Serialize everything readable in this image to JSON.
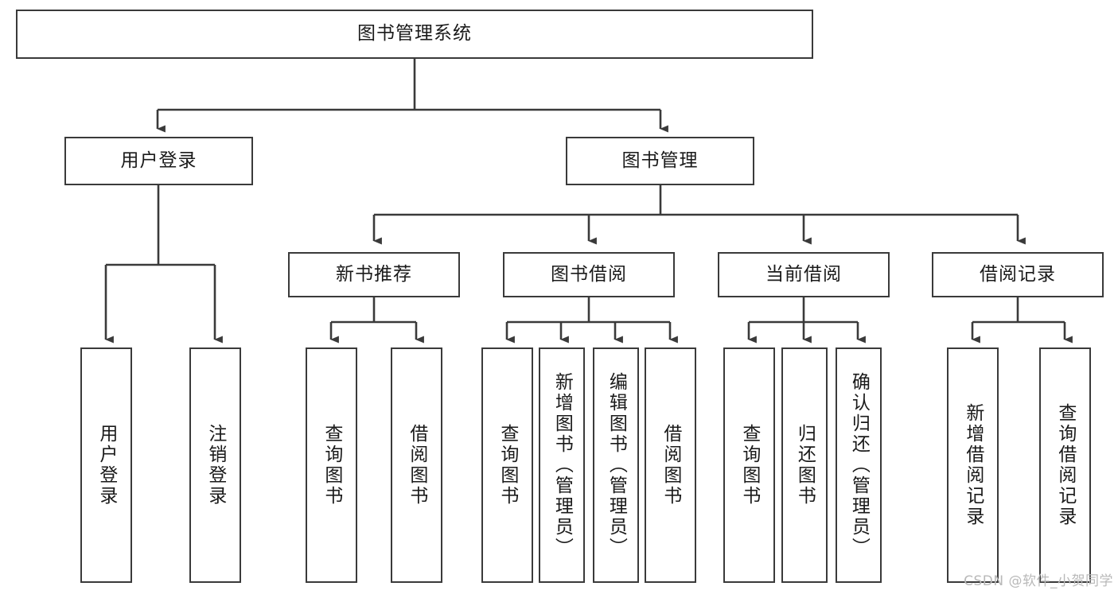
{
  "diagram": {
    "type": "tree",
    "root": {
      "label": "图书管理系统"
    },
    "level1": [
      {
        "label": "用户登录"
      },
      {
        "label": "图书管理"
      }
    ],
    "level2": [
      {
        "label": "新书推荐"
      },
      {
        "label": "图书借阅"
      },
      {
        "label": "当前借阅"
      },
      {
        "label": "借阅记录"
      }
    ],
    "leaves": {
      "user_login": [
        {
          "label": "用户登录"
        },
        {
          "label": "注销登录"
        }
      ],
      "new_book_recommend": [
        {
          "label": "查询图书"
        },
        {
          "label": "借阅图书"
        }
      ],
      "book_borrow": [
        {
          "label": "查询图书"
        },
        {
          "label": "新增图书（管理员）"
        },
        {
          "label": "编辑图书（管理员）"
        },
        {
          "label": "借阅图书"
        }
      ],
      "current_borrow": [
        {
          "label": "查询图书"
        },
        {
          "label": "归还图书"
        },
        {
          "label": "确认归还（管理员）"
        }
      ],
      "borrow_record": [
        {
          "label": "新增借阅记录"
        },
        {
          "label": "查询借阅记录"
        }
      ]
    }
  },
  "watermark": {
    "text": "CSDN @软件_小贺同学"
  },
  "colors": {
    "box_border": "#3a3a3a",
    "connector": "#3a3a3a",
    "background": "#ffffff",
    "text": "#1a1a1a",
    "watermark": "#b9b9b9"
  }
}
